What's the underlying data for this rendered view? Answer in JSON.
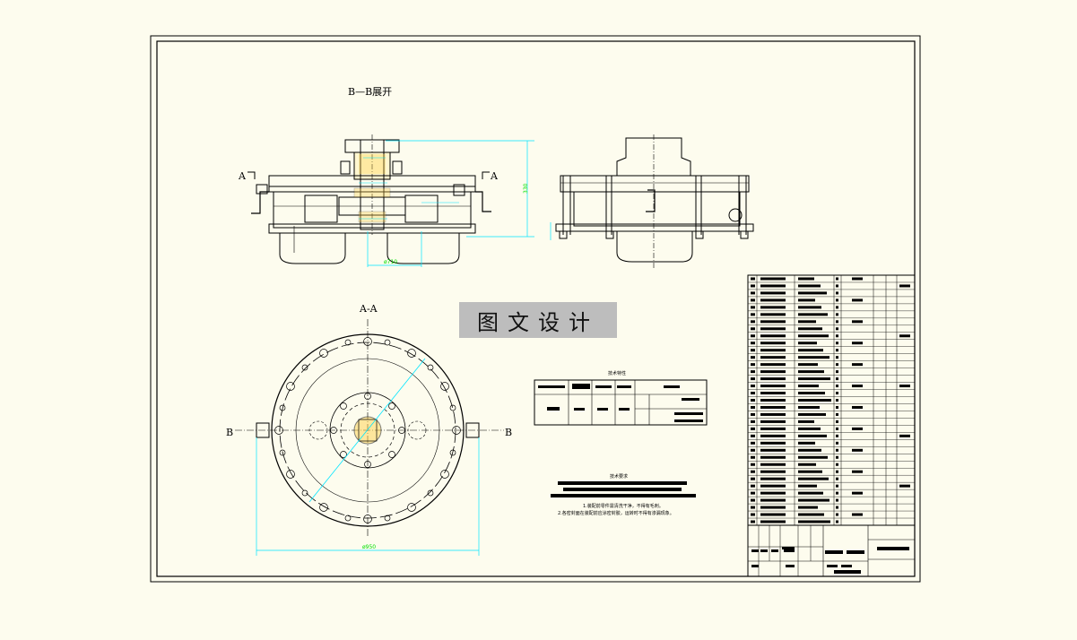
{
  "drawing": {
    "section_bb_title": "B—B展开",
    "section_aa_title": "A-A",
    "section_marker_a_left": "A",
    "section_marker_a_right": "A",
    "section_marker_b_left": "B",
    "section_marker_b_right": "B",
    "watermark": "图文设计",
    "tech_spec_title": "技术特性",
    "tech_req_title": "技术要求",
    "dim_height": "330",
    "dim_diameter": "ø950",
    "dim_bottom": "ø710",
    "tech_req_lines": [
      "1.装配前零件需清洗干净，不得有毛刺。",
      "2.各密封面在装配前应涂密封胶，运转时不得有渗漏现象。"
    ]
  },
  "colors": {
    "background": "#fdfcee",
    "line": "#000000",
    "dimension": "#00e5ff",
    "dimension_text": "#00e000",
    "hatch_fill": "#ffd24d",
    "watermark_bg": "#bdbdbd"
  }
}
